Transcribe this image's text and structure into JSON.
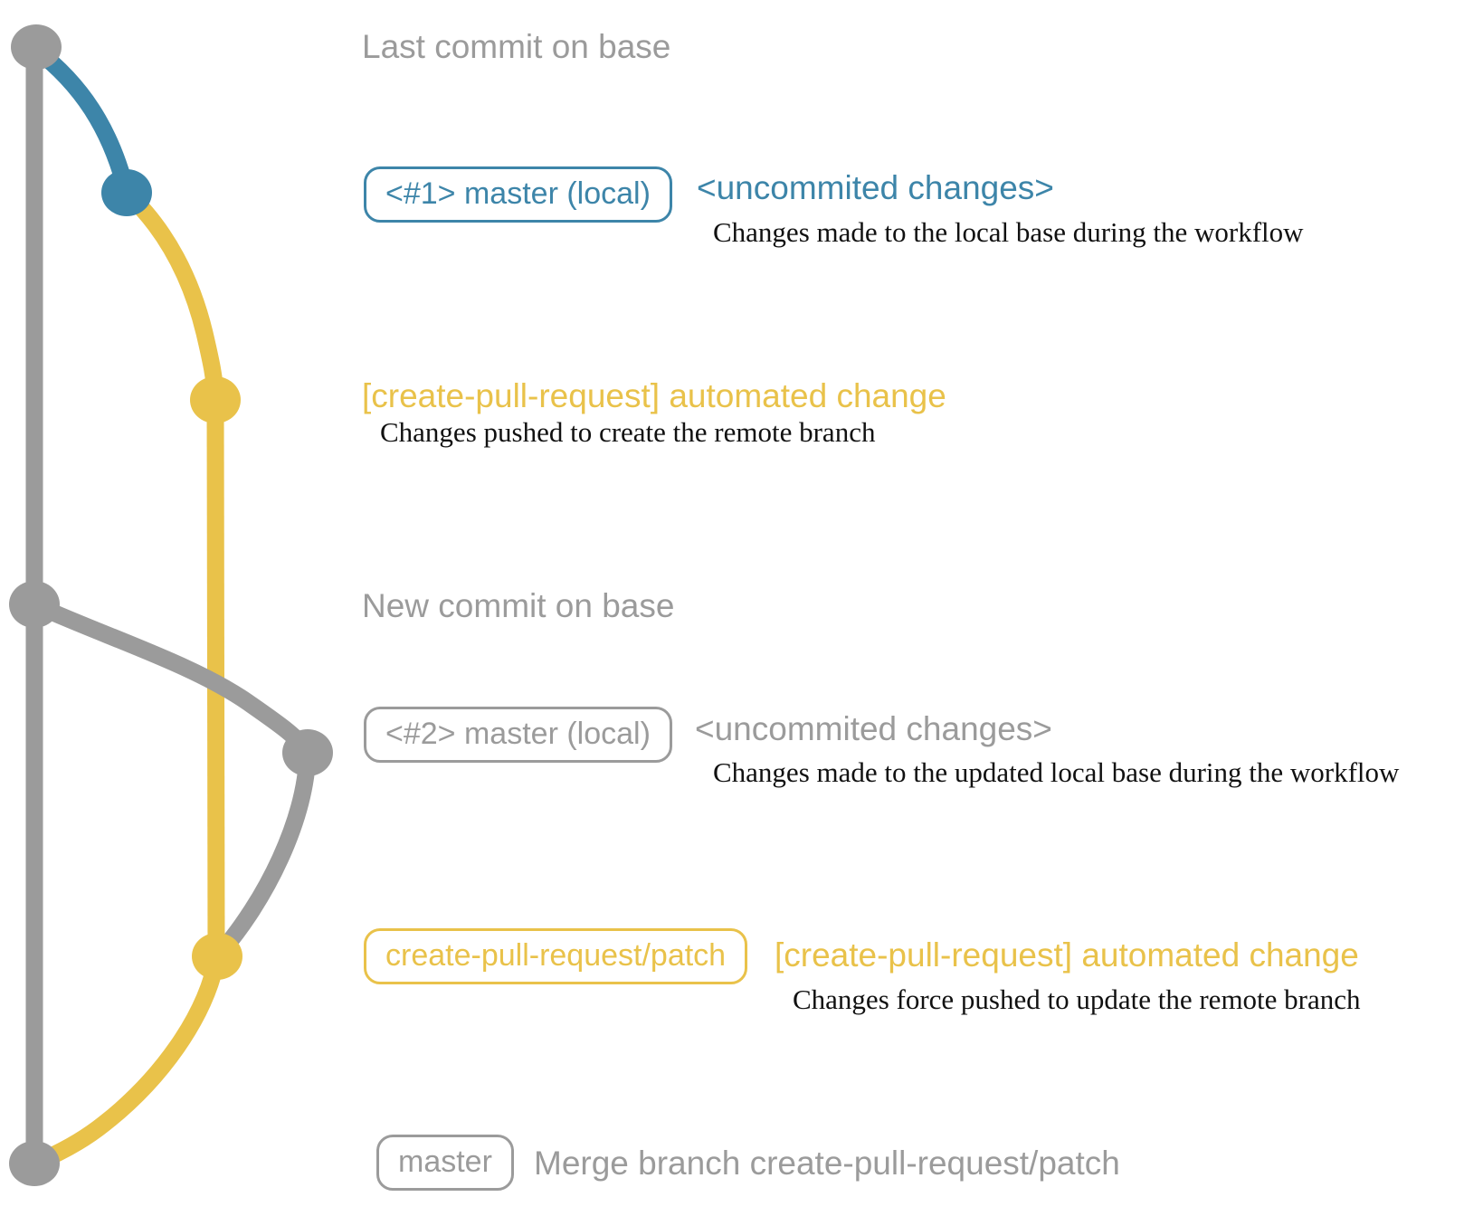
{
  "colors": {
    "gray": "#9b9b9b",
    "blue": "#3d85a9",
    "yellow": "#e9c24a",
    "dark": "#111111"
  },
  "graph": {
    "branches": [
      {
        "name": "base (master remote)",
        "color_key": "gray"
      },
      {
        "name": "master (local)",
        "color_key": "blue"
      },
      {
        "name": "create-pull-request/patch",
        "color_key": "yellow"
      }
    ],
    "commits": [
      {
        "id": "last-commit-on-base",
        "branch": "base",
        "color_key": "gray"
      },
      {
        "id": "uncommitted-1",
        "branch": "master-local",
        "color_key": "blue"
      },
      {
        "id": "automated-change-1",
        "branch": "create-pull-request/patch",
        "color_key": "yellow"
      },
      {
        "id": "new-commit-on-base",
        "branch": "base",
        "color_key": "gray"
      },
      {
        "id": "uncommitted-2",
        "branch": "master-local",
        "color_key": "gray"
      },
      {
        "id": "automated-change-2",
        "branch": "create-pull-request/patch",
        "color_key": "yellow"
      },
      {
        "id": "merge-commit",
        "branch": "base",
        "color_key": "gray"
      }
    ]
  },
  "rows": {
    "row1": {
      "label": "Last commit on base"
    },
    "row2": {
      "branch_label": "<#1> master (local)",
      "message": "<uncommited changes>",
      "description": "Changes made to the local base during the workflow"
    },
    "row3": {
      "message": "[create-pull-request] automated change",
      "description": "Changes pushed to create the remote branch"
    },
    "row4": {
      "label": "New commit on base"
    },
    "row5": {
      "branch_label": "<#2> master (local)",
      "message": "<uncommited changes>",
      "description": "Changes made to the updated local base during the workflow"
    },
    "row6": {
      "branch_label": "create-pull-request/patch",
      "message": "[create-pull-request] automated change",
      "description": "Changes force pushed to update the remote branch"
    },
    "row7": {
      "branch_label": "master",
      "message": "Merge branch create-pull-request/patch"
    }
  }
}
